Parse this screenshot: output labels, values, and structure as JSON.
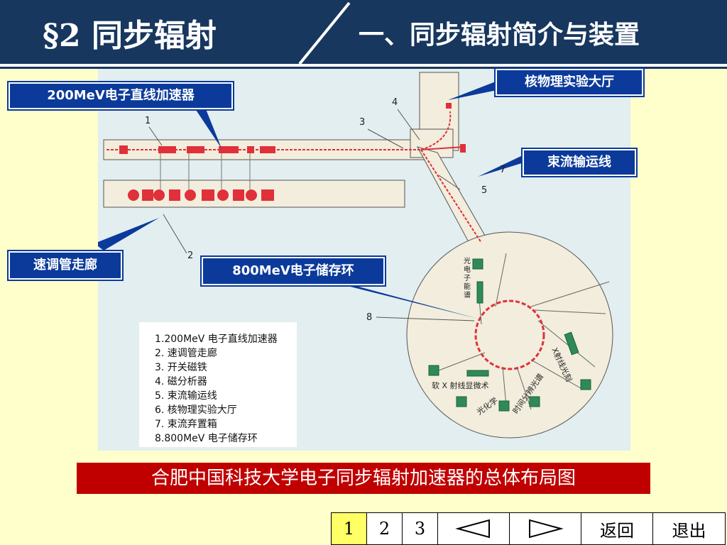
{
  "header": {
    "section_title": "§2 同步辐射",
    "subtitle": "一、同步辐射简介与装置"
  },
  "callouts": {
    "linac": "200MeV电子直线加速器",
    "nuclear_hall": "核物理实验大厅",
    "beam_line": "束流输运线",
    "klystron_gallery": "速调管走廊",
    "storage_ring": "800MeV电子储存环"
  },
  "diagram": {
    "numbers": [
      "1",
      "2",
      "3",
      "4",
      "5",
      "7",
      "8"
    ],
    "beamlines": {
      "photoelectron": [
        "光",
        "电",
        "子",
        "能",
        "谱"
      ],
      "xray_litho": "X射线光刻",
      "soft_xray": "软 X 射线显微术",
      "photochem": "光化学",
      "time_resolved": "时间分辨光谱"
    },
    "legend": [
      "1.200MeV 电子直线加速器",
      "2. 速调管走廊",
      "3. 开关磁铁",
      "4. 磁分析器",
      "5. 束流输运线",
      "6. 核物理实验大厅",
      "7. 束流弃置箱",
      "8.800MeV 电子储存环"
    ]
  },
  "caption": "合肥中国科技大学电子同步辐射加速器的总体布局图",
  "nav": {
    "pages": [
      "1",
      "2",
      "3"
    ],
    "back_label": "返回",
    "exit_label": "退出"
  },
  "colors": {
    "header_bg": "#17375e",
    "background": "#ffffcc",
    "callout_bg": "#0b3a9a",
    "caption_bg": "#c00000",
    "diagram_bg": "#e2eef0",
    "component_red": "#e0303a",
    "beamline_green": "#2e8b57"
  }
}
